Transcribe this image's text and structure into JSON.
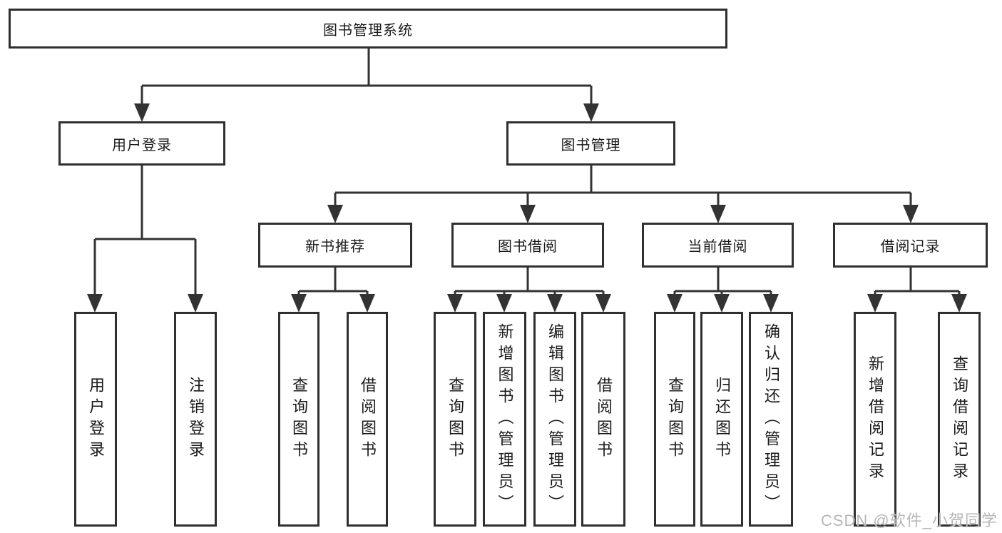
{
  "colors": {
    "line": "#333333",
    "box_border": "#2f2f2f",
    "text": "#1a1a1a",
    "watermark": "#b6b6b6",
    "background": "#ffffff"
  },
  "watermark": {
    "text": "CSDN @软件_小贺同学"
  },
  "tree": {
    "label": "图书管理系统",
    "children": [
      {
        "label": "用户登录",
        "children": [
          {
            "label": "用户登录"
          },
          {
            "label": "注销登录"
          }
        ]
      },
      {
        "label": "图书管理",
        "children": [
          {
            "label": "新书推荐",
            "children": [
              {
                "label": "查询图书"
              },
              {
                "label": "借阅图书"
              }
            ]
          },
          {
            "label": "图书借阅",
            "children": [
              {
                "label": "查询图书"
              },
              {
                "label": "新增图书（管理员）"
              },
              {
                "label": "编辑图书（管理员）"
              },
              {
                "label": "借阅图书"
              }
            ]
          },
          {
            "label": "当前借阅",
            "children": [
              {
                "label": "查询图书"
              },
              {
                "label": "归还图书"
              },
              {
                "label": "确认归还（管理员）"
              }
            ]
          },
          {
            "label": "借阅记录",
            "children": [
              {
                "label": "新增借阅记录"
              },
              {
                "label": "查询借阅记录"
              }
            ]
          }
        ]
      }
    ]
  }
}
